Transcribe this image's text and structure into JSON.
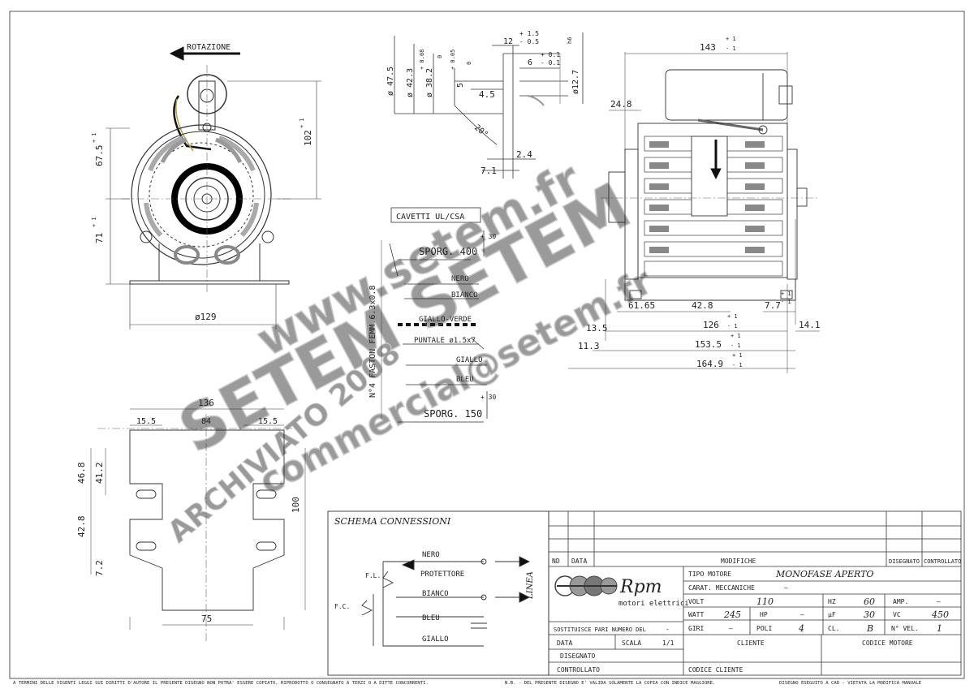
{
  "drawing": {
    "rotation_label": "ROTAZIONE",
    "front_dims": {
      "h_upper": "67.5",
      "h_upper_tol": "+ 1\n- 1",
      "h_lower": "71",
      "h_total": "102",
      "diam": "ø129",
      "tol_plus1": "+ 1",
      "tol_minus1": "- 1"
    },
    "shaft_dims": {
      "d1": "ø 47.5",
      "d2": "ø 42.3",
      "d3": "ø 38.2",
      "d3_tol_top": "+ 0.08",
      "d3_tol_bot": "0",
      "d4": "5",
      "d4_tol_top": "+ 0.05",
      "d4_tol_bot": "0",
      "w1": "12",
      "w1_tol_top": "+ 1.5",
      "w1_tol_bot": "- 0.5",
      "w2": "6",
      "w2_tol_top": "+ 0.1",
      "w2_tol_bot": "- 0.1",
      "d5": "ø12.7",
      "d5_tol": "h6",
      "l1": "4.5",
      "angle": "20°",
      "l2": "2.4",
      "l3": "7.1"
    },
    "cables": {
      "title": "CAVETTI UL/CSA",
      "faston": "N°4 FASTON FEMM.6.3x0.8",
      "sporg400": "SPORG. 400",
      "sporg_tol": "+ 30",
      "nero": "NERO",
      "bianco": "BIANCO",
      "giallo_verde": "GIALLO-VERDE",
      "puntale": "PUNTALE ø1.5x7",
      "giallo": "GIALLO",
      "bleu": "BLEU",
      "sporg150": "SPORG. 150"
    },
    "side_dims": {
      "w_total": "143",
      "w_tol": "+ 1\n- 1",
      "d1": "24.8",
      "d2": "61.65",
      "d3": "42.8",
      "d4": "7.7",
      "d5": "13.5",
      "d6": "126",
      "d7": "14.1",
      "d8": "11.3",
      "d9": "153.5",
      "d10": "164.9"
    },
    "bracket_dims": {
      "w_total": "136",
      "a": "15.5",
      "b": "84",
      "c": "15.5",
      "h1": "46.8",
      "h2": "41.2",
      "h3": "42.8",
      "h4": "7.2",
      "h5": "100",
      "w_base": "75"
    },
    "schema": {
      "title": "SCHEMA CONNESSIONI",
      "nero": "NERO",
      "protettore": "PROTETTORE",
      "bianco": "BIANCO",
      "bleu": "BLEU",
      "giallo": "GIALLO",
      "linea": "LINEA",
      "fl": "F.L.",
      "fc": "F.C."
    },
    "title_block": {
      "col_nd": "ND",
      "col_data": "DATA",
      "col_modifiche": "MODIFICHE",
      "col_disegnato": "DISEGNATO",
      "col_controllato": "CONTROLLATO",
      "brand": "Rpm",
      "brand_sub": "motori elettrici",
      "tipo_label": "TIPO MOTORE",
      "tipo_value": "MONOFASE APERTO",
      "carat_label": "CARAT. MECCANICHE",
      "carat_value": "—",
      "volt_label": "VOLT",
      "volt_value": "110",
      "hz_label": "HZ",
      "hz_value": "60",
      "amp_label": "AMP.",
      "amp_value": "—",
      "watt_label": "WATT",
      "watt_value": "245",
      "hp_label": "HP",
      "hp_value": "—",
      "uf_label": "µF",
      "uf_value": "30",
      "vc_label": "VC",
      "vc_value": "450",
      "giri_label": "GIRI",
      "giri_value": "—",
      "poli_label": "POLI",
      "poli_value": "4",
      "cl_label": "CL.",
      "cl_value": "B",
      "nvel_label": "N° VEL.",
      "nvel_value": "1",
      "sost_label": "SOSTITUISCE PARI NUMERO DEL",
      "sost_value": "-",
      "data_label": "DATA",
      "scala_label": "SCALA",
      "scala_value": "1/1",
      "cliente_label": "CLIENTE",
      "codice_motore_label": "CODICE MOTORE",
      "disegnato_label": "DISEGNATO",
      "controllato_label": "CONTROLLATO",
      "codice_cliente_label": "CODICE CLIENTE"
    },
    "footer": {
      "left": "A TERMINI DELLE VIGENTI LEGGI SUI DIRITTI D'AUTORE IL PRESENTE DISEGNO NON POTRA' ESSERE COPIATO, RIPRODOTTO O CONSEGNATO A TERZI O A DITTE CONCORRENTI.",
      "mid": "N.B. - DEL PRESENTE DISEGNO E' VALIDA SOLAMENTE LA COPIA CON INDICE MAGGIORE.",
      "right": "DISEGNO ESEGUITO A CAD - VIETATA LA MODIFICA MANUALE"
    },
    "watermark": {
      "line1": "www.setem.fr",
      "line2": "SETEM SETEM",
      "line3": "commercial@setem.fr",
      "line4": "ARCHIVIATO 2008"
    }
  }
}
